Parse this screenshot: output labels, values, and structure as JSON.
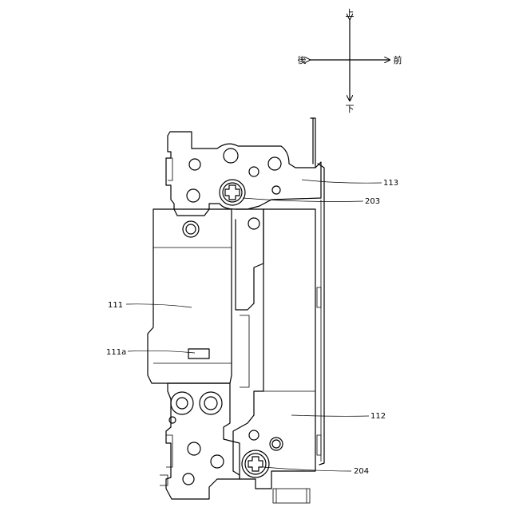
{
  "directions": {
    "up": "上",
    "down": "下",
    "back": "後",
    "front": "前"
  },
  "labels": {
    "r113": "113",
    "r203": "203",
    "r111": "111",
    "r111a": "111a",
    "r112": "112",
    "r204": "204"
  }
}
